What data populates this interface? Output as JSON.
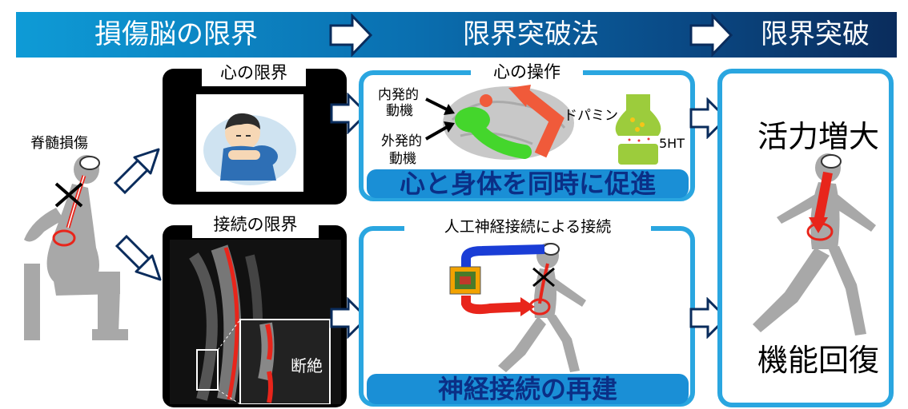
{
  "header": {
    "step1": "損傷脳の限界",
    "step2": "限界突破法",
    "step3": "限界突破"
  },
  "left": {
    "label": "脊髄損傷"
  },
  "mind_limit": {
    "tag": "心の限界"
  },
  "connection_limit": {
    "tag": "接続の限界",
    "cut_label": "断絶"
  },
  "mind_operation": {
    "tag": "心の操作",
    "intrinsic_1": "内発的",
    "intrinsic_2": "動機",
    "extrinsic_1": "外発的",
    "extrinsic_2": "動機",
    "dopamine": "ドパミン",
    "serotonin": "5HT",
    "banner": "心と身体を同時に促進"
  },
  "neural_connection": {
    "tag": "人工神経接続による接続",
    "banner": "神経接続の再建"
  },
  "result": {
    "top": "活力増大",
    "bottom": "機能回復"
  },
  "colors": {
    "header_start": "#0e9bd6",
    "header_end": "#0a2c5c",
    "box_border": "#2aa6e0",
    "banner_text": "#0b2f86",
    "arrow": "#0a2c5c",
    "spinal_red": "#e8251b"
  }
}
